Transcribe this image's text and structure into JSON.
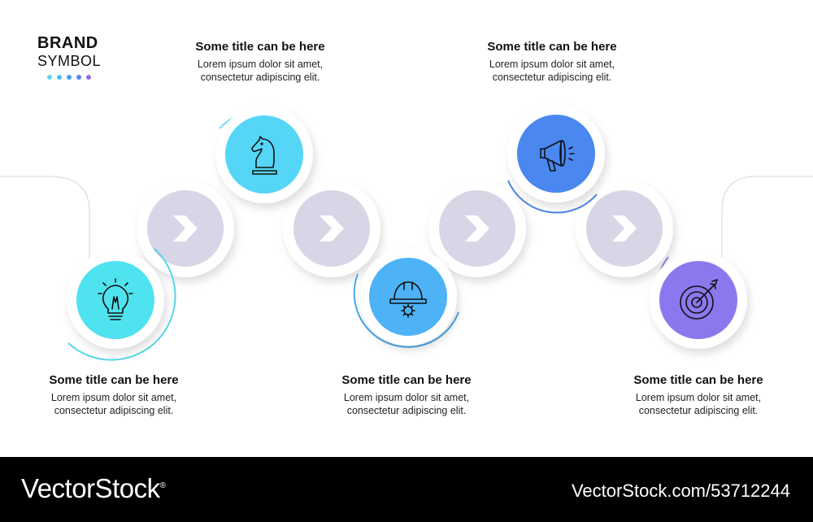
{
  "brand": {
    "line1": "BRAND",
    "line2": "SYMBOL",
    "dot_colors": [
      "#5fd7f0",
      "#4fb9f5",
      "#4a9cf5",
      "#5b83ea",
      "#8a6fe0"
    ]
  },
  "steps": [
    {
      "title": "Some title can be here",
      "desc1": "Lorem ipsum dolor sit amet,",
      "desc2": "consectetur adipiscing elit.",
      "icon": "lightbulb-icon",
      "color": "#4fe3ef",
      "ring": "#56d6ec"
    },
    {
      "title": "Some title can be here",
      "desc1": "Lorem ipsum dolor sit amet,",
      "desc2": "consectetur adipiscing elit.",
      "icon": "chess-knight-icon",
      "color": "#55d6f7",
      "ring": "#78dcf5"
    },
    {
      "title": "Some title can be here",
      "desc1": "Lorem ipsum dolor sit amet,",
      "desc2": "consectetur adipiscing elit.",
      "icon": "hardhat-gear-icon",
      "color": "#4db2f6",
      "ring": "#4ba7ec"
    },
    {
      "title": "Some title can be here",
      "desc1": "Lorem ipsum dolor sit amet,",
      "desc2": "consectetur adipiscing elit.",
      "icon": "megaphone-icon",
      "color": "#4a88f0",
      "ring": "#4a83e8"
    },
    {
      "title": "Some title can be here",
      "desc1": "Lorem ipsum dolor sit amet,",
      "desc2": "consectetur adipiscing elit.",
      "icon": "target-arrow-icon",
      "color": "#8a79ee",
      "ring": "#8b7ae6"
    }
  ],
  "connector_icon": "chevron-right-icon",
  "connector_color": "#d6d6e6",
  "footer": {
    "left": "VectorStock",
    "registered": "®",
    "right": "VectorStock.com/53712244"
  }
}
